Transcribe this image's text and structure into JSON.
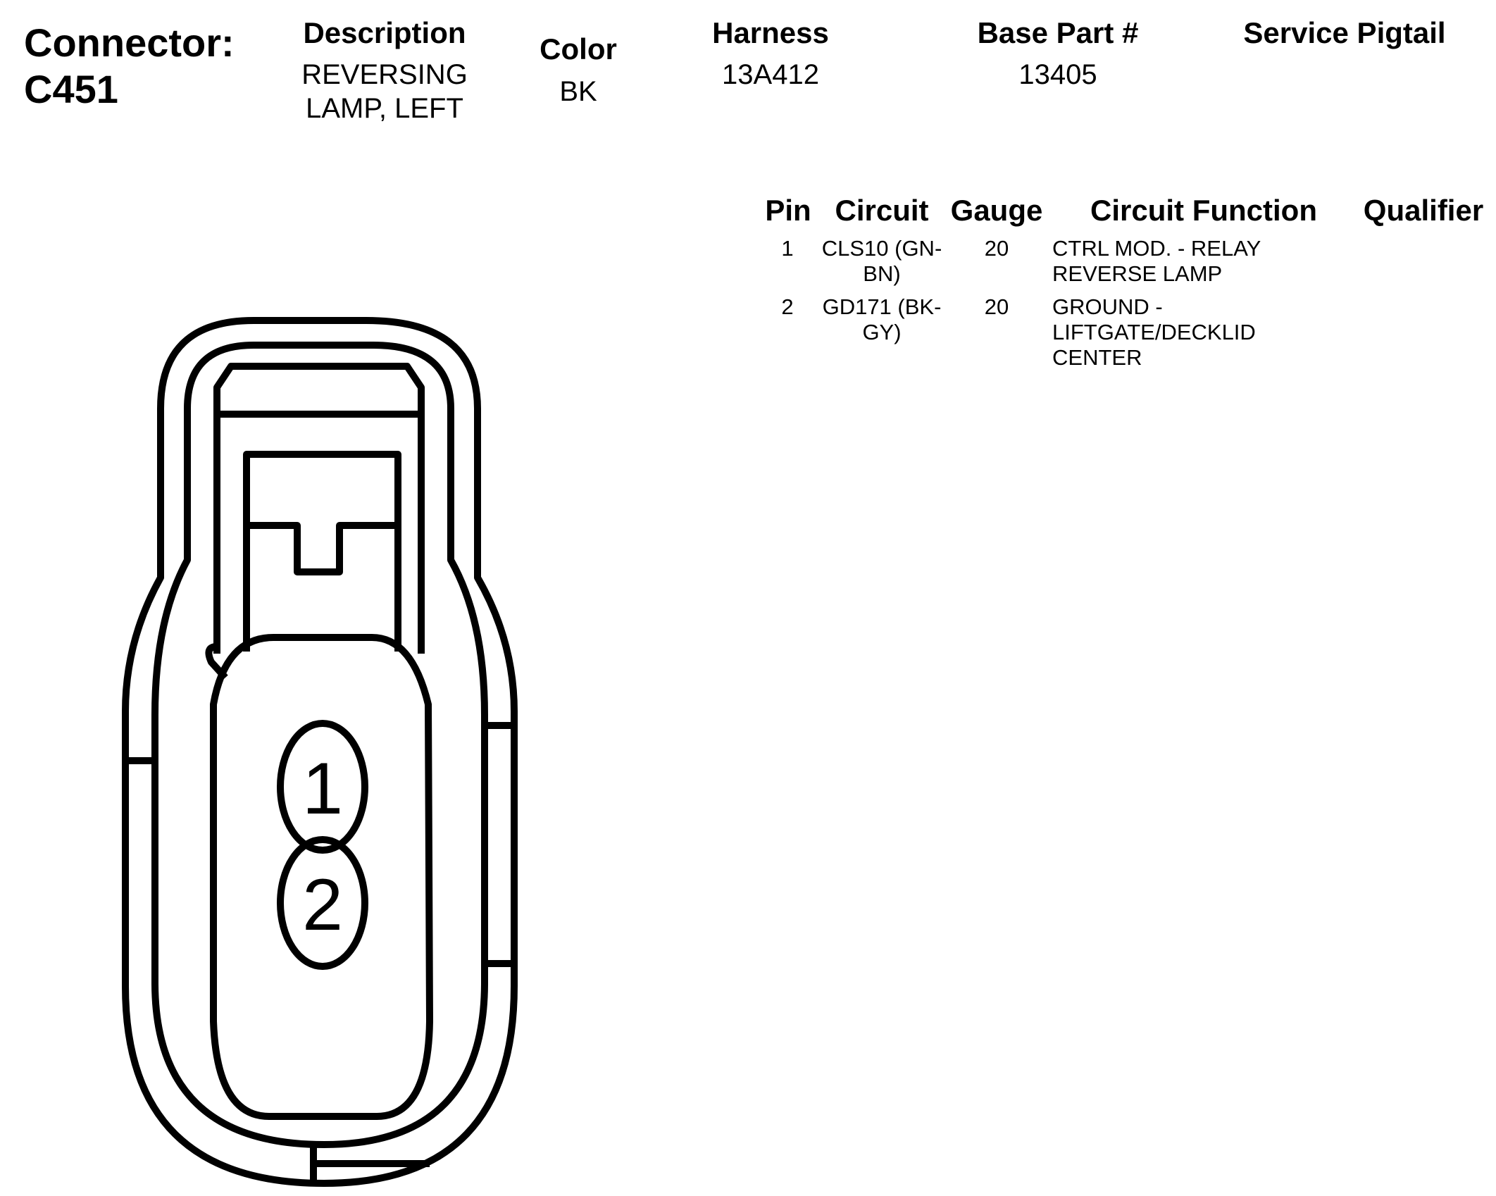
{
  "connector": {
    "title_line1": "Connector:",
    "title_line2": "C451"
  },
  "header": {
    "description_label": "Description",
    "description_line1": "REVERSING",
    "description_line2": "LAMP, LEFT",
    "color_label": "Color",
    "color_value": "BK",
    "harness_label": "Harness",
    "harness_value": "13A412",
    "base_part_label": "Base Part #",
    "base_part_value": "13405",
    "service_pigtail_label": "Service Pigtail"
  },
  "pin_table": {
    "headers": {
      "pin": "Pin",
      "circuit": "Circuit",
      "gauge": "Gauge",
      "circuit_function": "Circuit Function",
      "qualifier": "Qualifier"
    },
    "rows": [
      {
        "pin": "1",
        "circuit_line1": "CLS10 (GN-",
        "circuit_line2": "BN)",
        "gauge": "20",
        "function_line1": "CTRL MOD. - RELAY",
        "function_line2": "REVERSE LAMP",
        "function_line3": ""
      },
      {
        "pin": "2",
        "circuit_line1": "GD171 (BK-",
        "circuit_line2": "GY)",
        "gauge": "20",
        "function_line1": "GROUND -",
        "function_line2": "LIFTGATE/DECKLID",
        "function_line3": "CENTER"
      }
    ]
  },
  "diagram": {
    "pin_labels": [
      "1",
      "2"
    ]
  }
}
